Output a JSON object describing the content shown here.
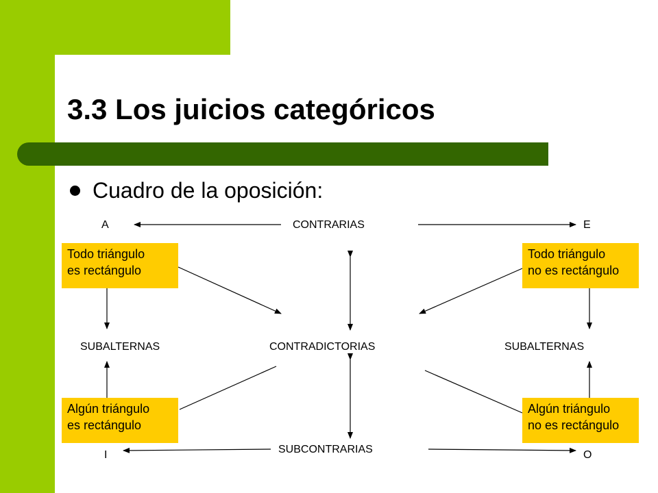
{
  "title": "3.3 Los juicios categóricos",
  "bullet": "Cuadro de la oposición:",
  "diagram": {
    "corners": {
      "a": "A",
      "e": "E",
      "i": "I",
      "o": "O"
    },
    "relations": {
      "contrarias": "CONTRARIAS",
      "subalternas_left": "SUBALTERNAS",
      "subalternas_right": "SUBALTERNAS",
      "contradictorias": "CONTRADICTORIAS",
      "subcontrarias": "SUBCONTRARIAS"
    },
    "propositions": {
      "a": "Todo triángulo\nes rectángulo",
      "e": "Todo triángulo\nno es rectángulo",
      "i": "Algún triángulo\nes rectángulo",
      "o": "Algún triángulo\nno es rectángulo"
    },
    "colors": {
      "box": "#ffcc00",
      "accent_green": "#99cc00",
      "dark_green": "#336600"
    }
  }
}
